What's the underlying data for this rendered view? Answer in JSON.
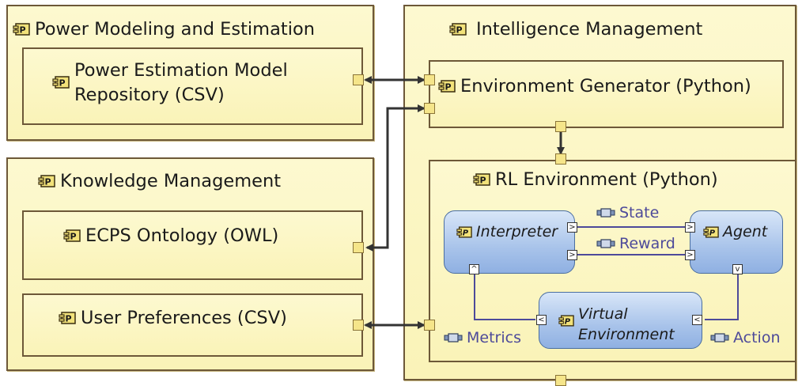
{
  "power_modeling": {
    "title": "Power Modeling and Estimation",
    "repository": "Power Estimation Model\nRepository (CSV)"
  },
  "knowledge_management": {
    "title": "Knowledge Management",
    "ontology": "ECPS Ontology (OWL)",
    "user_preferences": "User Preferences (CSV)"
  },
  "intelligence_management": {
    "title": "Intelligence Management",
    "environment_generator": "Environment Generator (Python)",
    "rl_environment": {
      "title": "RL Environment (Python)",
      "interpreter": "Interpreter",
      "agent": "Agent",
      "virtual_environment": "Virtual\nEnvironment",
      "flows": {
        "state": "State",
        "reward": "Reward",
        "metrics": "Metrics",
        "action": "Action"
      }
    }
  },
  "colors": {
    "component_fill": "#faf3b8",
    "component_border": "#6d5838",
    "inner_component_fill": "#a8c3ea",
    "flow_text": "#4d4a9a",
    "connector": "#333333"
  },
  "icons": [
    "package-icon",
    "flow-port-icon"
  ]
}
